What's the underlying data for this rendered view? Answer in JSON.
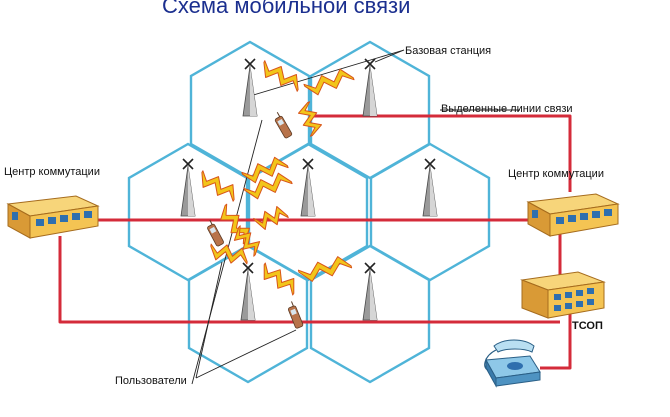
{
  "title": "Схема мобильной связи",
  "labels": {
    "base_station": "Базовая станция",
    "dedicated_lines": "Выделенные линии связи",
    "switching_center_left": "Центр коммутации",
    "switching_center_right": "Центр коммутации",
    "pstn": "ТСОП",
    "users": "Пользователи"
  },
  "icons": {
    "tower": "radio-tower-icon",
    "switch_center": "switching-center-building-icon",
    "pstn": "pstn-exchange-building-icon",
    "telephone": "desk-telephone-icon",
    "mobile": "mobile-phone-icon",
    "radio_link": "lightning-zigzag-icon"
  },
  "colors": {
    "cell_border": "#4fb4d8",
    "line": "#d42b3a",
    "lightning": "#f2c51a",
    "lightning_edge": "#d8541a",
    "title": "#1b2f8f",
    "building": "#f4c453",
    "building_dark": "#c88b2a",
    "window": "#2f6fae"
  }
}
